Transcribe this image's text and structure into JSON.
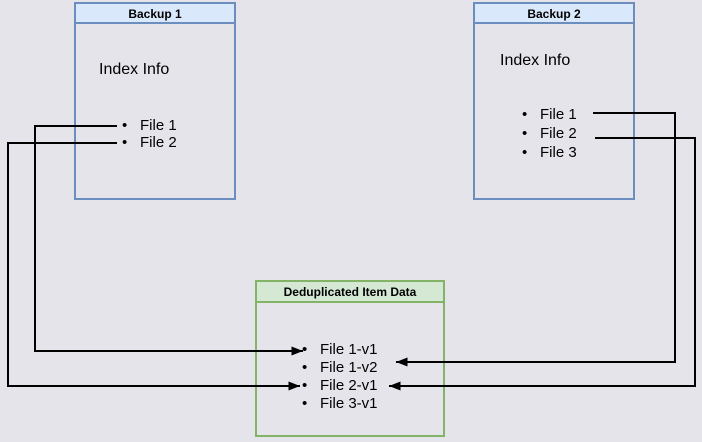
{
  "diagram": {
    "backup1": {
      "title": "Backup 1",
      "index_label": "Index Info",
      "items": [
        "File 1",
        "File 2"
      ]
    },
    "backup2": {
      "title": "Backup 2",
      "index_label": "Index Info",
      "items": [
        "File 1",
        "File 2",
        "File 3"
      ]
    },
    "dedup": {
      "title": "Deduplicated Item Data",
      "items": [
        "File 1-v1",
        "File 1-v2",
        "File 2-v1",
        "File 3-v1"
      ]
    },
    "connections": [
      {
        "from": "Backup 1 / File 1",
        "to": "File 1-v1"
      },
      {
        "from": "Backup 1 / File 2",
        "to": "File 2-v1"
      },
      {
        "from": "Backup 2 / File 1",
        "to": "File 1-v2"
      },
      {
        "from": "Backup 2 / File 2",
        "to": "File 2-v1"
      }
    ],
    "colors": {
      "backup_fill": "#dae8fc",
      "backup_border": "#6c8ebf",
      "dedup_fill": "#d5e8d4",
      "dedup_border": "#82b366",
      "line": "#000000",
      "text": "#000000",
      "background": "#e5e4ea"
    }
  }
}
